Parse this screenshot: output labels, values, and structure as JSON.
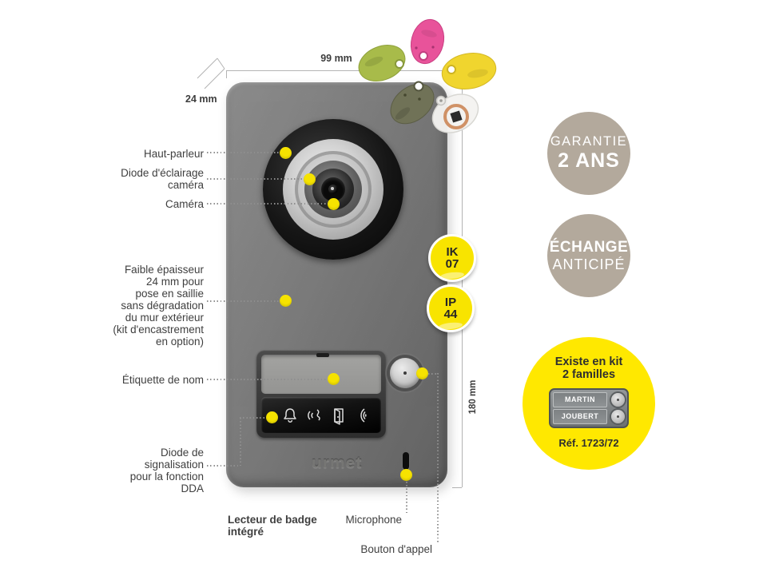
{
  "page": {
    "background": "#ffffff"
  },
  "colors": {
    "accent_yellow": "#f6e300",
    "kit_yellow": "#ffe800",
    "taupe": "#b3a99c",
    "label_text": "#3f3f3f",
    "device_gray": "#8c8c8c"
  },
  "dimensions": {
    "width": "99 mm",
    "depth": "24 mm",
    "height": "180 mm"
  },
  "device": {
    "brand": "urmet"
  },
  "callouts": {
    "haut_parleur": "Haut-parleur",
    "diode_eclairage": "Diode d'éclairage\ncaméra",
    "camera": "Caméra",
    "faible_epaisseur": "Faible épaisseur\n24 mm pour\npose en saillie\nsans dégradation\ndu mur extérieur\n(kit d'encastrement\nen option)",
    "etiquette_nom": "Étiquette de nom",
    "diode_signalisation": "Diode de\nsignalisation\npour la fonction\nDDA",
    "lecteur_badge": "Lecteur de badge\nintégré",
    "microphone": "Microphone",
    "bouton_appel": "Bouton d'appel"
  },
  "stickers": {
    "ik": {
      "line1": "IK",
      "line2": "07"
    },
    "ip": {
      "line1": "IP",
      "line2": "44"
    }
  },
  "roundels": {
    "garantie": {
      "line1": "GARANTIE",
      "line2": "2 ANS"
    },
    "echange": {
      "line1": "ÉCHANGE",
      "line2": "ANTICIPÉ"
    }
  },
  "kit": {
    "title": "Existe en kit\n2 familles",
    "names": [
      "MARTIN",
      "JOUBERT"
    ],
    "ref": "Réf. 1723/72"
  }
}
